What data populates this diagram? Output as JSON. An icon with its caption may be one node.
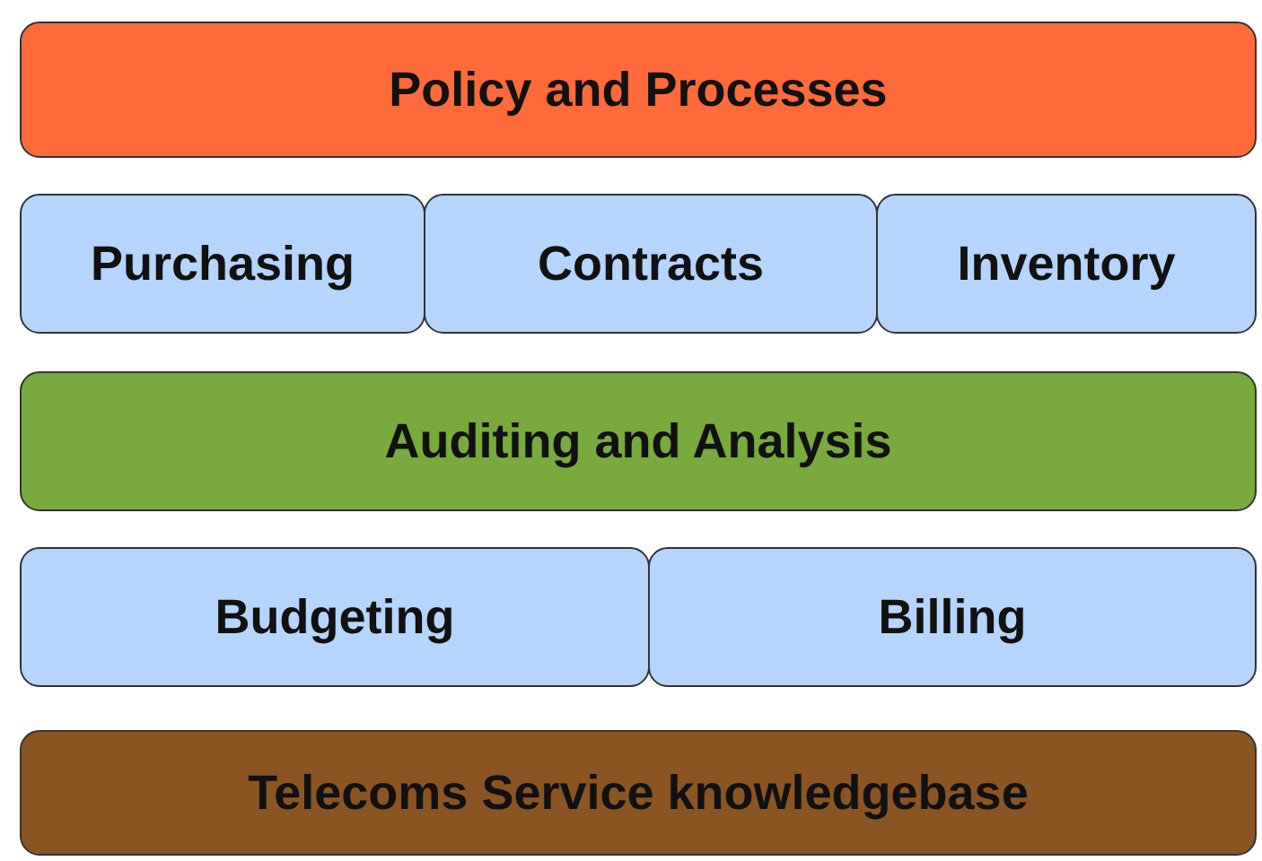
{
  "diagram": {
    "nodes": [
      {
        "text": [
          "Policy and Processes"
        ]
      },
      {
        "text": [
          "Purchasing"
        ]
      },
      {
        "text": [
          "Contracts"
        ]
      },
      {
        "text": [
          "Inventory"
        ]
      },
      {
        "text": [
          "Auditing and Analysis"
        ]
      },
      {
        "text": [
          "Budgeting"
        ]
      },
      {
        "text": [
          "Billing"
        ]
      },
      {
        "text": [
          "Telecoms Service knowledgebase"
        ]
      }
    ]
  }
}
